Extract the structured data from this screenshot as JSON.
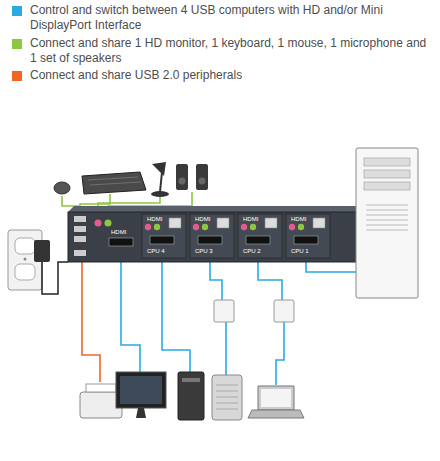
{
  "diagram": {
    "labels": [
      "HDMI",
      "HDMI",
      "CPU 4",
      "HDMI",
      "CPU 3",
      "HDMI",
      "CPU 2",
      "HDMI",
      "CPU 1"
    ],
    "legend": [
      {
        "text": "Control and switch between 4 USB computers with HD and/or Mini DisplayPort Interface",
        "color": "#29abe2"
      },
      {
        "text": "Connect and share 1 HD monitor, 1 keyboard, 1 mouse, 1 microphone and 1 set of speakers",
        "color": "#8dc63f"
      },
      {
        "text": "Connect and share USB 2.0 peripherals",
        "color": "#f26522"
      }
    ]
  }
}
